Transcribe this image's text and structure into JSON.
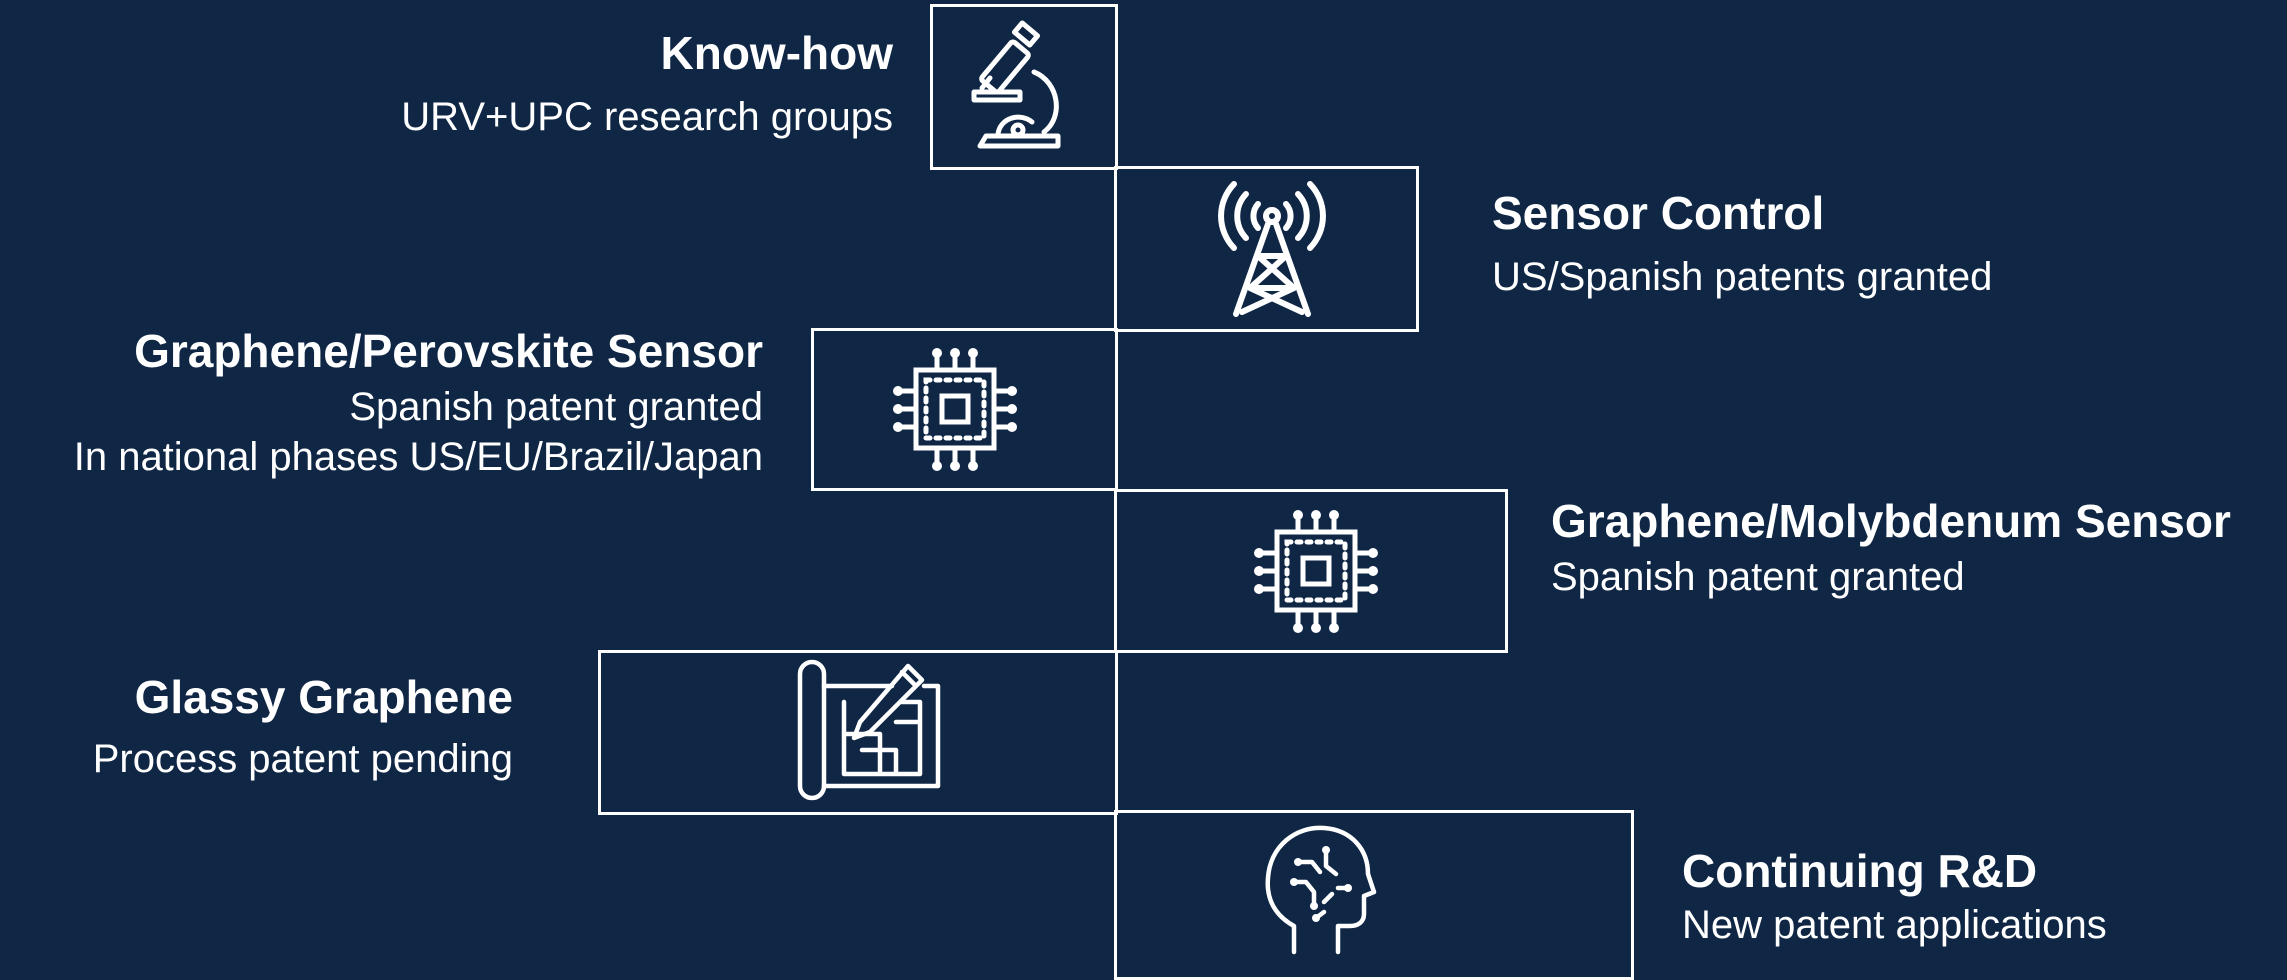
{
  "colors": {
    "background": "#0f2645",
    "line": "#ffffff",
    "text": "#ffffff"
  },
  "items": [
    {
      "title": "Know-how",
      "lines": [
        "URV+UPC research groups"
      ],
      "icon": "microscope-icon"
    },
    {
      "title": "Sensor Control",
      "lines": [
        "US/Spanish patents granted"
      ],
      "icon": "antenna-tower-icon"
    },
    {
      "title": "Graphene/Perovskite Sensor",
      "lines": [
        "Spanish patent granted",
        "In national phases US/EU/Brazil/Japan"
      ],
      "icon": "chip-icon"
    },
    {
      "title": "Graphene/Molybdenum Sensor",
      "lines": [
        "Spanish patent granted"
      ],
      "icon": "chip-icon"
    },
    {
      "title": "Glassy Graphene",
      "lines": [
        "Process patent pending"
      ],
      "icon": "blueprint-pencil-icon"
    },
    {
      "title": "Continuing R&D",
      "lines": [
        "New patent applications"
      ],
      "icon": "brain-circuit-head-icon"
    }
  ]
}
